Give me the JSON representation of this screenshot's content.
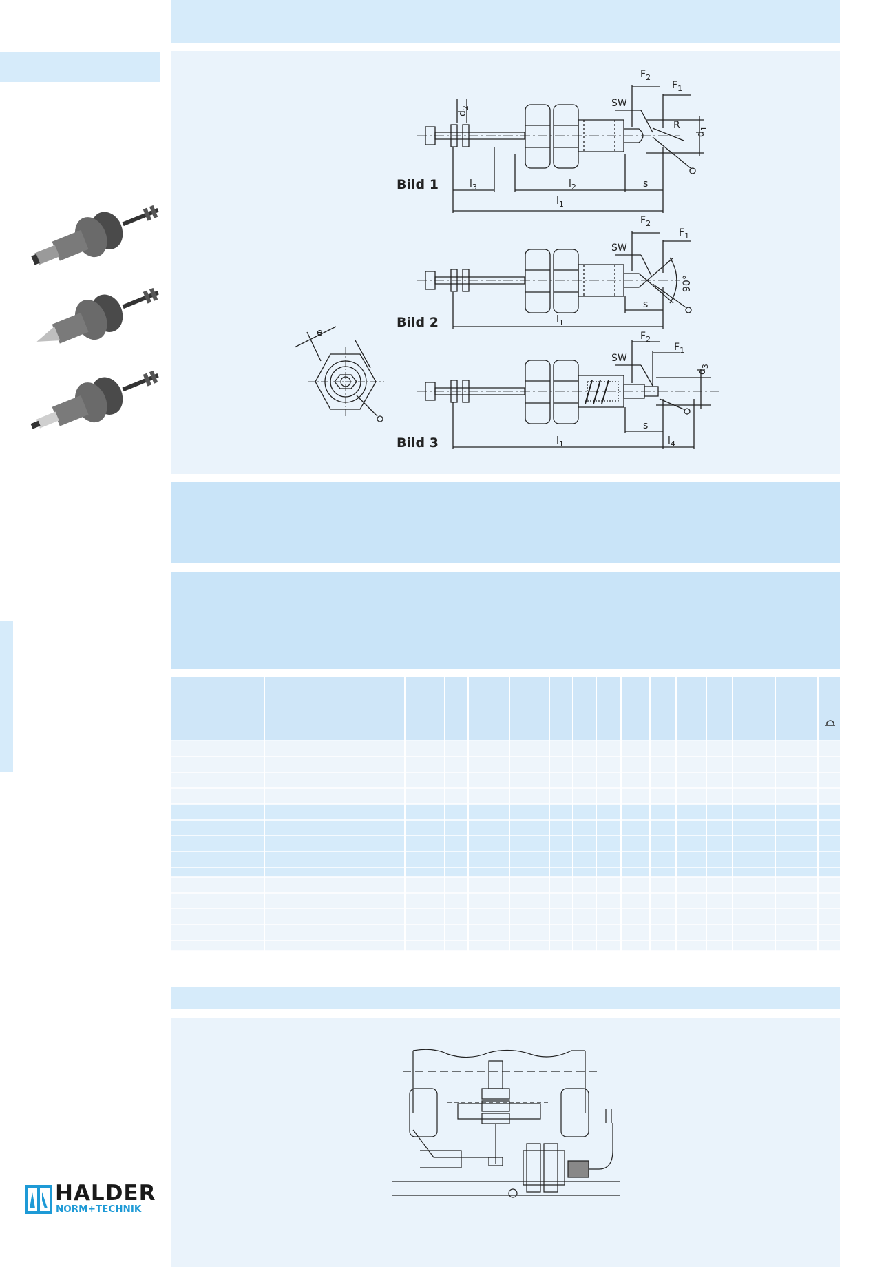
{
  "drawings": {
    "bild1_label": "Bild 1",
    "bild2_label": "Bild 2",
    "bild3_label": "Bild 3",
    "dims": {
      "F2": "F",
      "F2_sub": "2",
      "F1": "F",
      "F1_sub": "1",
      "SW": "SW",
      "R": "R",
      "d1": "d",
      "d1_sub": "1",
      "d2": "d",
      "d2_sub": "2",
      "d3": "d",
      "d3_sub": "3",
      "l1": "l",
      "l1_sub": "1",
      "l2": "l",
      "l2_sub": "2",
      "l3": "l",
      "l3_sub": "3",
      "l4": "l",
      "l4_sub": "4",
      "s": "s",
      "e": "e",
      "angle": "90°"
    }
  },
  "table": {
    "last_header_icon": "bell-icon"
  },
  "logo": {
    "brand": "HALDER",
    "tagline": "NORM+TECHNIK"
  },
  "colors": {
    "panel_light": "#eaf3fb",
    "panel_mid": "#d6ebfa",
    "accent_blue": "#1e9ad6"
  }
}
